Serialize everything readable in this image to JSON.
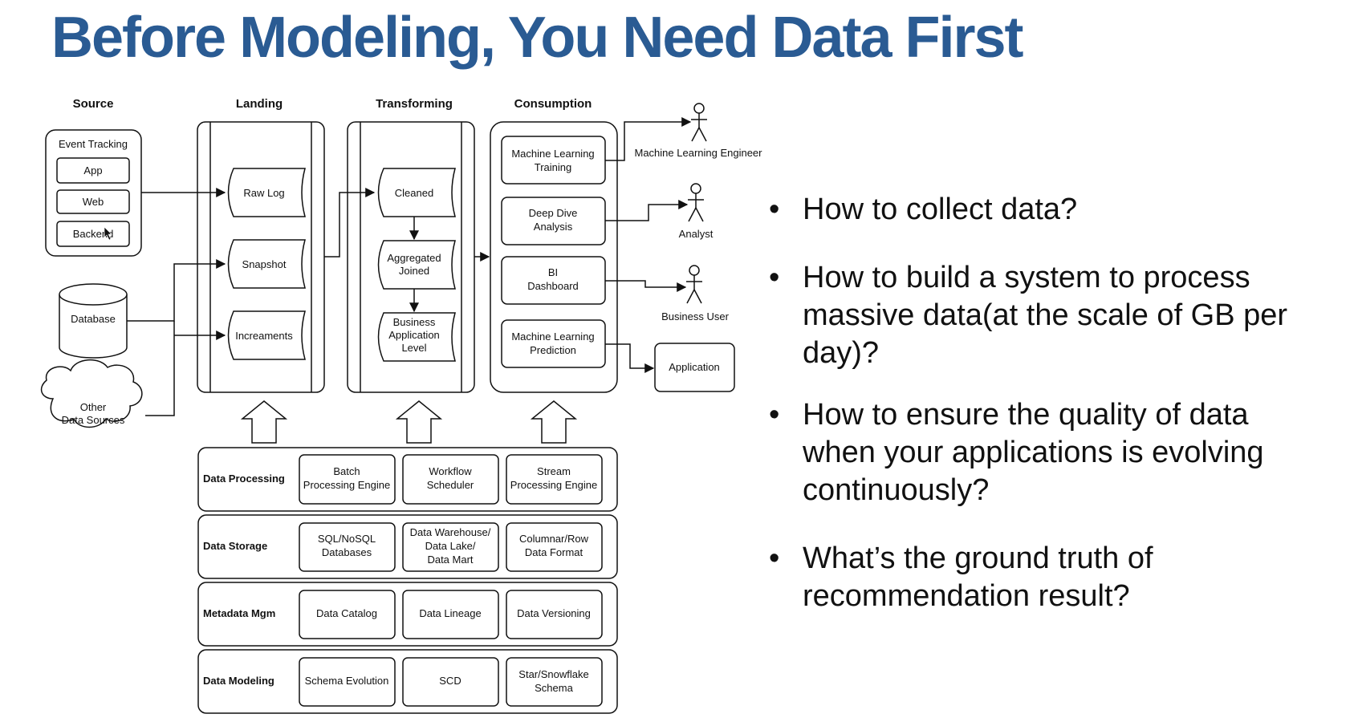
{
  "title": "Before Modeling, You Need Data First",
  "diagram": {
    "headers": {
      "source": "Source",
      "landing": "Landing",
      "transforming": "Transforming",
      "consumption": "Consumption"
    },
    "source": {
      "event_tracking": "Event Tracking",
      "app": "App",
      "web": "Web",
      "backend": "Backend",
      "database": "Database",
      "other_line1": "Other",
      "other_line2": "Data Sources"
    },
    "landing": {
      "raw_log": "Raw Log",
      "snapshot": "Snapshot",
      "increments": "Increaments"
    },
    "transforming": {
      "cleaned": "Cleaned",
      "aggregated_line1": "Aggregated",
      "aggregated_line2": "Joined",
      "business_line1": "Business",
      "business_line2": "Application",
      "business_line3": "Level"
    },
    "consumption": {
      "ml_training_line1": "Machine Learning",
      "ml_training_line2": "Training",
      "deep_dive_line1": "Deep Dive",
      "deep_dive_line2": "Analysis",
      "bi_line1": "BI",
      "bi_line2": "Dashboard",
      "ml_prediction_line1": "Machine Learning",
      "ml_prediction_line2": "Prediction"
    },
    "actors": {
      "ml_engineer": "Machine Learning Engineer",
      "analyst": "Analyst",
      "business_user": "Business User",
      "application": "Application"
    },
    "layers": {
      "processing": {
        "label": "Data Processing",
        "batch_line1": "Batch",
        "batch_line2": "Processing Engine",
        "workflow_line1": "Workflow",
        "workflow_line2": "Scheduler",
        "stream_line1": "Stream",
        "stream_line2": "Processing Engine"
      },
      "storage": {
        "label": "Data Storage",
        "sql_line1": "SQL/NoSQL",
        "sql_line2": "Databases",
        "warehouse_line1": "Data Warehouse/",
        "warehouse_line2": "Data Lake/",
        "warehouse_line3": "Data Mart",
        "columnar_line1": "Columnar/Row",
        "columnar_line2": "Data Format"
      },
      "metadata": {
        "label": "Metadata Mgm",
        "catalog": "Data Catalog",
        "lineage": "Data Lineage",
        "versioning": "Data Versioning"
      },
      "modeling": {
        "label": "Data Modeling",
        "schema": "Schema Evolution",
        "scd": "SCD",
        "star_line1": "Star/Snowflake",
        "star_line2": "Schema"
      }
    }
  },
  "bullets": [
    "How to collect data?",
    "How to build a system to process\nmassive data(at the scale of GB per\nday)?",
    "How to ensure the quality of data\nwhen your applications is evolving\ncontinuously?",
    "What’s the ground truth of\nrecommendation result?"
  ]
}
